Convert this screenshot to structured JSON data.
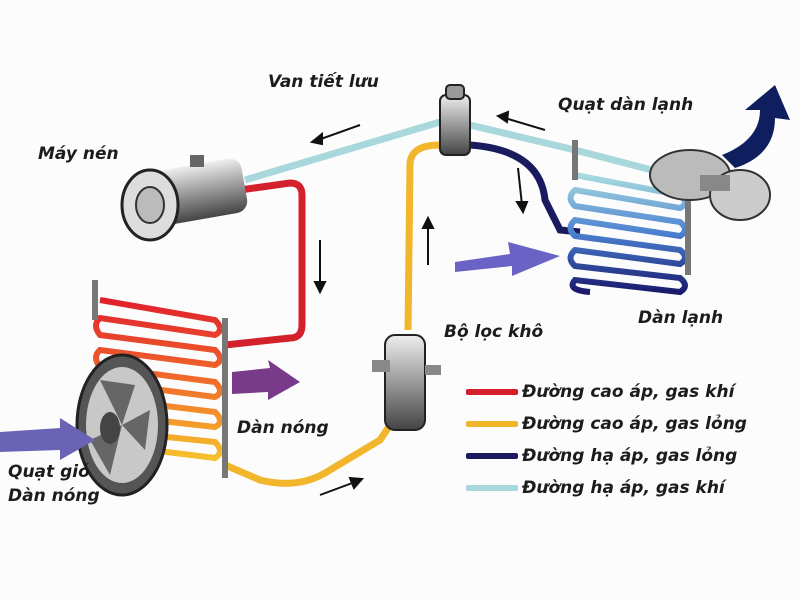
{
  "labels": {
    "expansion_valve": "Van tiết lưu",
    "evaporator_fan": "Quạt dàn lạnh",
    "compressor": "Máy nén",
    "filter_drier": "Bộ lọc khô",
    "evaporator": "Dàn lạnh",
    "condenser": "Dàn nóng",
    "condenser_fan_line1": "Quạt gió",
    "condenser_fan_line2": "Dàn nóng"
  },
  "legend": [
    {
      "label": "Đường cao áp, gas khí",
      "color": "#d4202a"
    },
    {
      "label": "Đường cao áp, gas lỏng",
      "color": "#f2b62c"
    },
    {
      "label": "Đường hạ áp, gas lỏng",
      "color": "#1a1a5e"
    },
    {
      "label": "Đường hạ áp, gas khí",
      "color": "#a8d8dc"
    }
  ]
}
